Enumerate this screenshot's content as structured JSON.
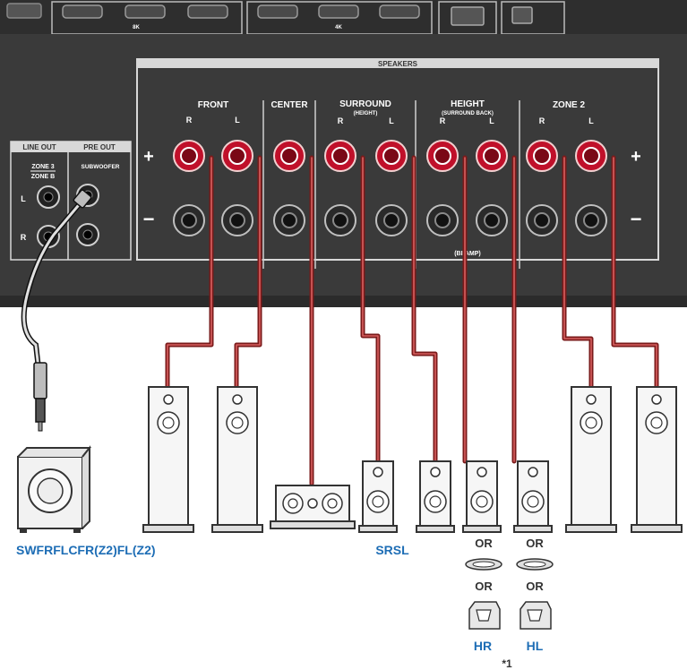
{
  "panel": {
    "port_labels": [
      "8K",
      "4K"
    ],
    "speakers_header": "SPEAKERS",
    "groups": [
      {
        "label": "FRONT",
        "sub": "",
        "channels": [
          "R",
          "L"
        ]
      },
      {
        "label": "CENTER",
        "sub": "",
        "channels": []
      },
      {
        "label": "SURROUND",
        "sub": "(HEIGHT)",
        "channels": [
          "R",
          "L"
        ]
      },
      {
        "label": "HEIGHT",
        "sub": "(SURROUND BACK)",
        "channels": [
          "R",
          "L"
        ]
      },
      {
        "label": "ZONE 2",
        "sub": "",
        "channels": [
          "R",
          "L"
        ]
      }
    ],
    "plus_sign": "+",
    "minus_sign": "−",
    "biamp_label": "(BI-AMP)",
    "line_out_label": "LINE OUT",
    "pre_out_label": "PRE OUT",
    "zone_label_top": "ZONE 3",
    "zone_label_bottom": "ZONE B",
    "subwoofer_label": "SUBWOOFER",
    "rca_left": "L",
    "rca_right": "R"
  },
  "colors": {
    "panel": "#3a3a3a",
    "terminal_red": "#c0102a",
    "cable": "#7a1a1a",
    "label_blue": "#1d6db5"
  },
  "speaker_labels": {
    "left_group": "SWFRFLCFR(Z2)FL(Z2)",
    "surround": "SRSL",
    "height_right": "HR",
    "height_left": "HL"
  },
  "or_text": "OR",
  "footnote": "*1"
}
